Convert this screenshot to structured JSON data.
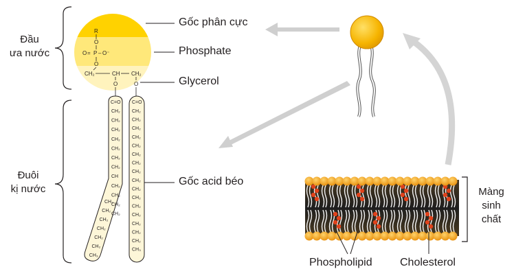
{
  "head_group": {
    "line1": "Đầu",
    "line2": "ưa nước"
  },
  "tail_group": {
    "line1": "Đuôi",
    "line2": "kị nước"
  },
  "labels": {
    "polar": "Gốc phân cực",
    "phosphate": "Phosphate",
    "glycerol": "Glycerol",
    "fatty_acid": "Gốc acid béo",
    "phospholipid": "Phospholipid",
    "cholesterol": "Cholesterol"
  },
  "membrane_group": {
    "line1": "Màng",
    "line2": "sinh",
    "line3": "chất"
  },
  "chem": {
    "R": "R",
    "O": "O",
    "P": "P",
    "O_minus": "O⁻",
    "CH2": "CH₂",
    "CH": "CH",
    "C_eq_O": "C=O",
    "CH3": "CH₃"
  },
  "colors": {
    "head_top": "#ffd200",
    "head_mid": "#ffe87a",
    "head_bottom": "#fff3bd",
    "tail_fill": "#fdf6d8",
    "arrow_grey": "#cfcfcf",
    "membrane_head": "#f5a623",
    "membrane_core": "#3a3a3a",
    "cholesterol": "#e0421b"
  }
}
